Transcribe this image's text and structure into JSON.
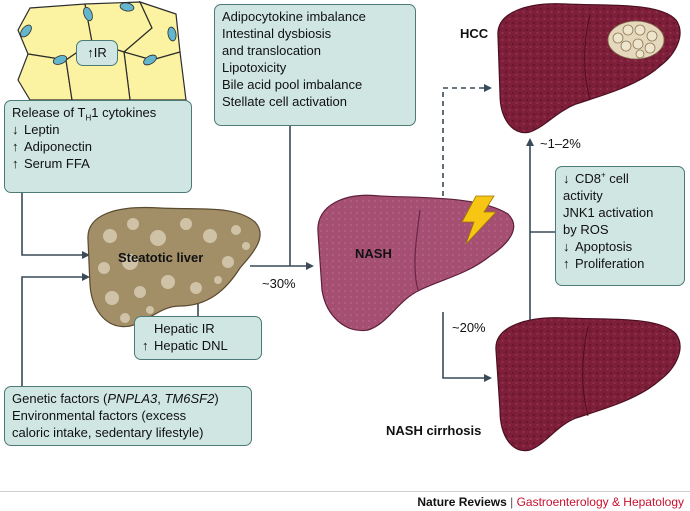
{
  "ir_badge": {
    "symbol": "↑",
    "text": "IR"
  },
  "adipose_box": {
    "items": [
      {
        "symbol": "",
        "pre": "Release of T",
        "sub": "H",
        "post": "1 cytokines"
      },
      {
        "symbol": "↓",
        "pre": "Leptin",
        "sub": "",
        "post": ""
      },
      {
        "symbol": "↑",
        "pre": "Adiponectin",
        "sub": "",
        "post": ""
      },
      {
        "symbol": "↑",
        "pre": "Serum FFA",
        "sub": "",
        "post": ""
      }
    ]
  },
  "top_factors_box": {
    "items": [
      "Adipocytokine imbalance",
      "Intestinal dysbiosis",
      "and translocation",
      "Lipotoxicity",
      "Bile acid pool imbalance",
      "Stellate cell activation"
    ]
  },
  "hepatic_box": {
    "items": [
      {
        "symbol": "",
        "text": "Hepatic IR"
      },
      {
        "symbol": "↑",
        "text": "Hepatic DNL"
      }
    ]
  },
  "genetic_box": {
    "line1_pre": "Genetic factors (",
    "gene1": "PNPLA3",
    "comma": ", ",
    "gene2": "TM6SF2",
    "line1_post": ")",
    "line2": "Environmental factors (excess",
    "line3": "caloric intake, sedentary lifestyle)"
  },
  "hcc_drivers_box": {
    "l1_sym": "↓",
    "l1_pre": "CD8",
    "l1_sup": "+",
    "l1_post": " cell",
    "l2": "activity",
    "l3": "JNK1 activation",
    "l4": "by ROS",
    "l5_sym": "↓",
    "l5": "Apoptosis",
    "l6_sym": "↑",
    "l6": "Proliferation"
  },
  "labels": {
    "steatotic_liver": "Steatotic liver",
    "nash": "NASH",
    "hcc": "HCC",
    "nash_cirrhosis": "NASH cirrhosis",
    "pct_30": "~30%",
    "pct_20": "~20%",
    "pct_1_2": "~1–2%"
  },
  "footer": {
    "brand": "Nature Reviews",
    "separator": " | ",
    "journal": "Gastroenterology & Hepatology"
  },
  "colors": {
    "box_fill": "#cfe6e2",
    "box_border": "#4d7a76",
    "adipocyte_fill": "#fbf2a2",
    "adipocyte_node": "#63b6cc",
    "steatotic_liver": "#a28f68",
    "nash_liver": "#a55073",
    "cirrhotic_liver": "#7e1f3a",
    "tumour": "#efe4cc",
    "lightning": "#f7c514",
    "arrow": "#3a4a57",
    "journal_red": "#c8102e"
  }
}
